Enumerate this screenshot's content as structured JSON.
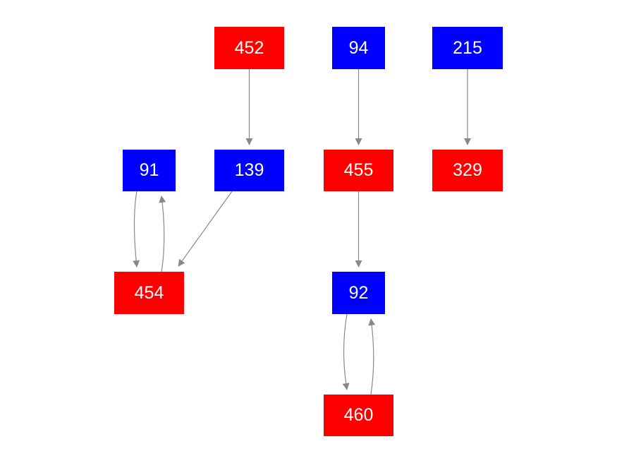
{
  "colors": {
    "red": "#ff0000",
    "blue": "#0000ff",
    "edge": "#888888"
  },
  "nodes": [
    {
      "id": "n452",
      "label": "452",
      "color": "red"
    },
    {
      "id": "n94",
      "label": "94",
      "color": "blue"
    },
    {
      "id": "n215",
      "label": "215",
      "color": "blue"
    },
    {
      "id": "n91",
      "label": "91",
      "color": "blue"
    },
    {
      "id": "n139",
      "label": "139",
      "color": "blue"
    },
    {
      "id": "n455",
      "label": "455",
      "color": "red"
    },
    {
      "id": "n329",
      "label": "329",
      "color": "red"
    },
    {
      "id": "n454",
      "label": "454",
      "color": "red"
    },
    {
      "id": "n92",
      "label": "92",
      "color": "blue"
    },
    {
      "id": "n460",
      "label": "460",
      "color": "red"
    }
  ],
  "edges": [
    {
      "from": "n452",
      "to": "n139"
    },
    {
      "from": "n94",
      "to": "n455"
    },
    {
      "from": "n215",
      "to": "n329"
    },
    {
      "from": "n91",
      "to": "n454"
    },
    {
      "from": "n454",
      "to": "n91"
    },
    {
      "from": "n139",
      "to": "n454"
    },
    {
      "from": "n455",
      "to": "n92"
    },
    {
      "from": "n92",
      "to": "n460"
    },
    {
      "from": "n460",
      "to": "n92"
    }
  ]
}
